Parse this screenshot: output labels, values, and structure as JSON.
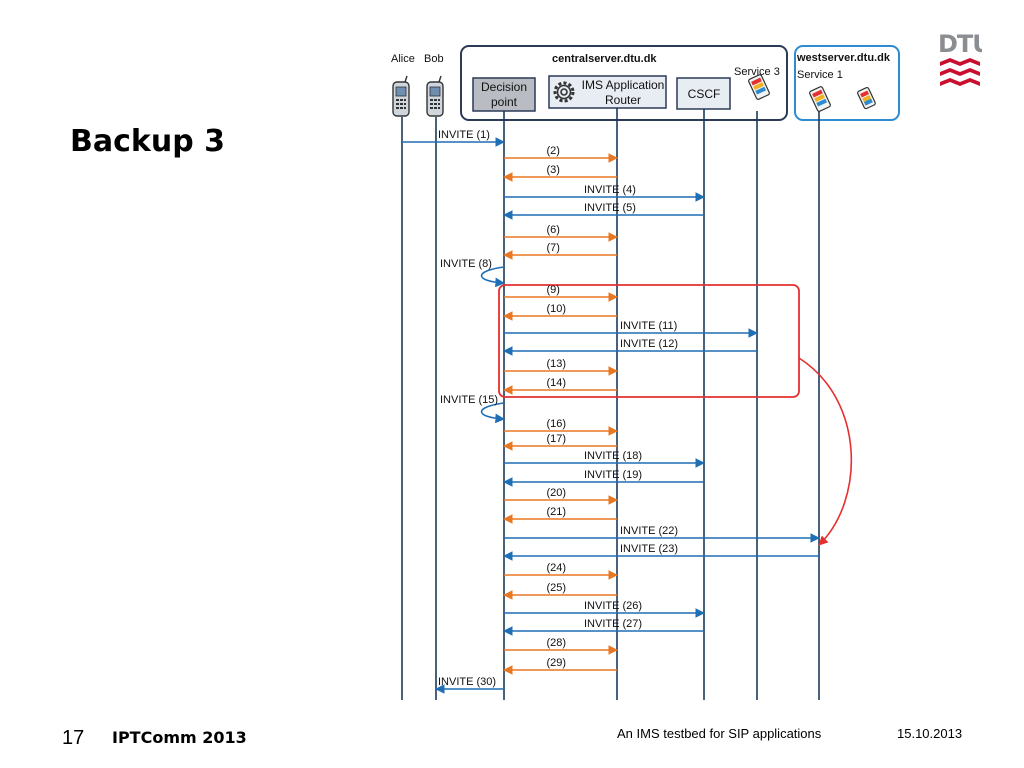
{
  "slide": {
    "title": "Backup 3",
    "page_number": "17",
    "conference": "IPTComm 2013",
    "deck_title": "An IMS testbed for SIP applications",
    "date": "15.10.2013",
    "logo_text": "DTU"
  },
  "diagram": {
    "central_server": "centralserver.dtu.dk",
    "west_server": "westserver.dtu.dk",
    "actors": {
      "alice": "Alice",
      "bob": "Bob",
      "decision_point_line1": "Decision",
      "decision_point_line2": "point",
      "router_line1": "IMS Application",
      "router_line2": "Router",
      "cscf": "CSCF",
      "service3": "Service 3",
      "service1": "Service 1"
    },
    "messages": [
      {
        "label": "INVITE (1)",
        "from": "alice",
        "to": "dp",
        "color": "blue"
      },
      {
        "label": "(2)",
        "from": "dp",
        "to": "router",
        "color": "orange"
      },
      {
        "label": "(3)",
        "from": "router",
        "to": "dp",
        "color": "orange"
      },
      {
        "label": "INVITE (4)",
        "from": "dp",
        "to": "cscf",
        "color": "blue"
      },
      {
        "label": "INVITE (5)",
        "from": "cscf",
        "to": "dp",
        "color": "blue"
      },
      {
        "label": "(6)",
        "from": "dp",
        "to": "router",
        "color": "orange"
      },
      {
        "label": "(7)",
        "from": "router",
        "to": "dp",
        "color": "orange"
      },
      {
        "label": "INVITE (8)",
        "from": "dp",
        "to": "dp",
        "color": "blue"
      },
      {
        "label": "(9)",
        "from": "dp",
        "to": "router",
        "color": "orange"
      },
      {
        "label": "(10)",
        "from": "router",
        "to": "dp",
        "color": "orange"
      },
      {
        "label": "INVITE (11)",
        "from": "dp",
        "to": "service3",
        "color": "blue"
      },
      {
        "label": "INVITE (12)",
        "from": "service3",
        "to": "dp",
        "color": "blue"
      },
      {
        "label": "(13)",
        "from": "dp",
        "to": "router",
        "color": "orange"
      },
      {
        "label": "(14)",
        "from": "router",
        "to": "dp",
        "color": "orange"
      },
      {
        "label": "INVITE (15)",
        "from": "dp",
        "to": "dp",
        "color": "blue"
      },
      {
        "label": "(16)",
        "from": "dp",
        "to": "router",
        "color": "orange"
      },
      {
        "label": "(17)",
        "from": "router",
        "to": "dp",
        "color": "orange"
      },
      {
        "label": "INVITE (18)",
        "from": "dp",
        "to": "cscf",
        "color": "blue"
      },
      {
        "label": "INVITE (19)",
        "from": "cscf",
        "to": "dp",
        "color": "blue"
      },
      {
        "label": "(20)",
        "from": "dp",
        "to": "router",
        "color": "orange"
      },
      {
        "label": "(21)",
        "from": "router",
        "to": "dp",
        "color": "orange"
      },
      {
        "label": "INVITE (22)",
        "from": "dp",
        "to": "service1",
        "color": "blue"
      },
      {
        "label": "INVITE (23)",
        "from": "service1",
        "to": "dp",
        "color": "blue"
      },
      {
        "label": "(24)",
        "from": "dp",
        "to": "router",
        "color": "orange"
      },
      {
        "label": "(25)",
        "from": "router",
        "to": "dp",
        "color": "orange"
      },
      {
        "label": "INVITE (26)",
        "from": "dp",
        "to": "cscf",
        "color": "blue"
      },
      {
        "label": "INVITE (27)",
        "from": "cscf",
        "to": "dp",
        "color": "blue"
      },
      {
        "label": "(28)",
        "from": "dp",
        "to": "router",
        "color": "orange"
      },
      {
        "label": "(29)",
        "from": "router",
        "to": "dp",
        "color": "orange"
      },
      {
        "label": "INVITE (30)",
        "from": "dp",
        "to": "bob",
        "color": "blue"
      }
    ],
    "colors": {
      "blue": "#1f6fb5",
      "orange": "#e87722",
      "highlight": "#e53030",
      "lifeline": "#1b3a5c",
      "server_box": "#2b3a55",
      "west_box": "#2e8bd0",
      "dtu_red": "#c8102e"
    },
    "icons": [
      "phone-icon",
      "gear-icon",
      "service-icon"
    ]
  }
}
